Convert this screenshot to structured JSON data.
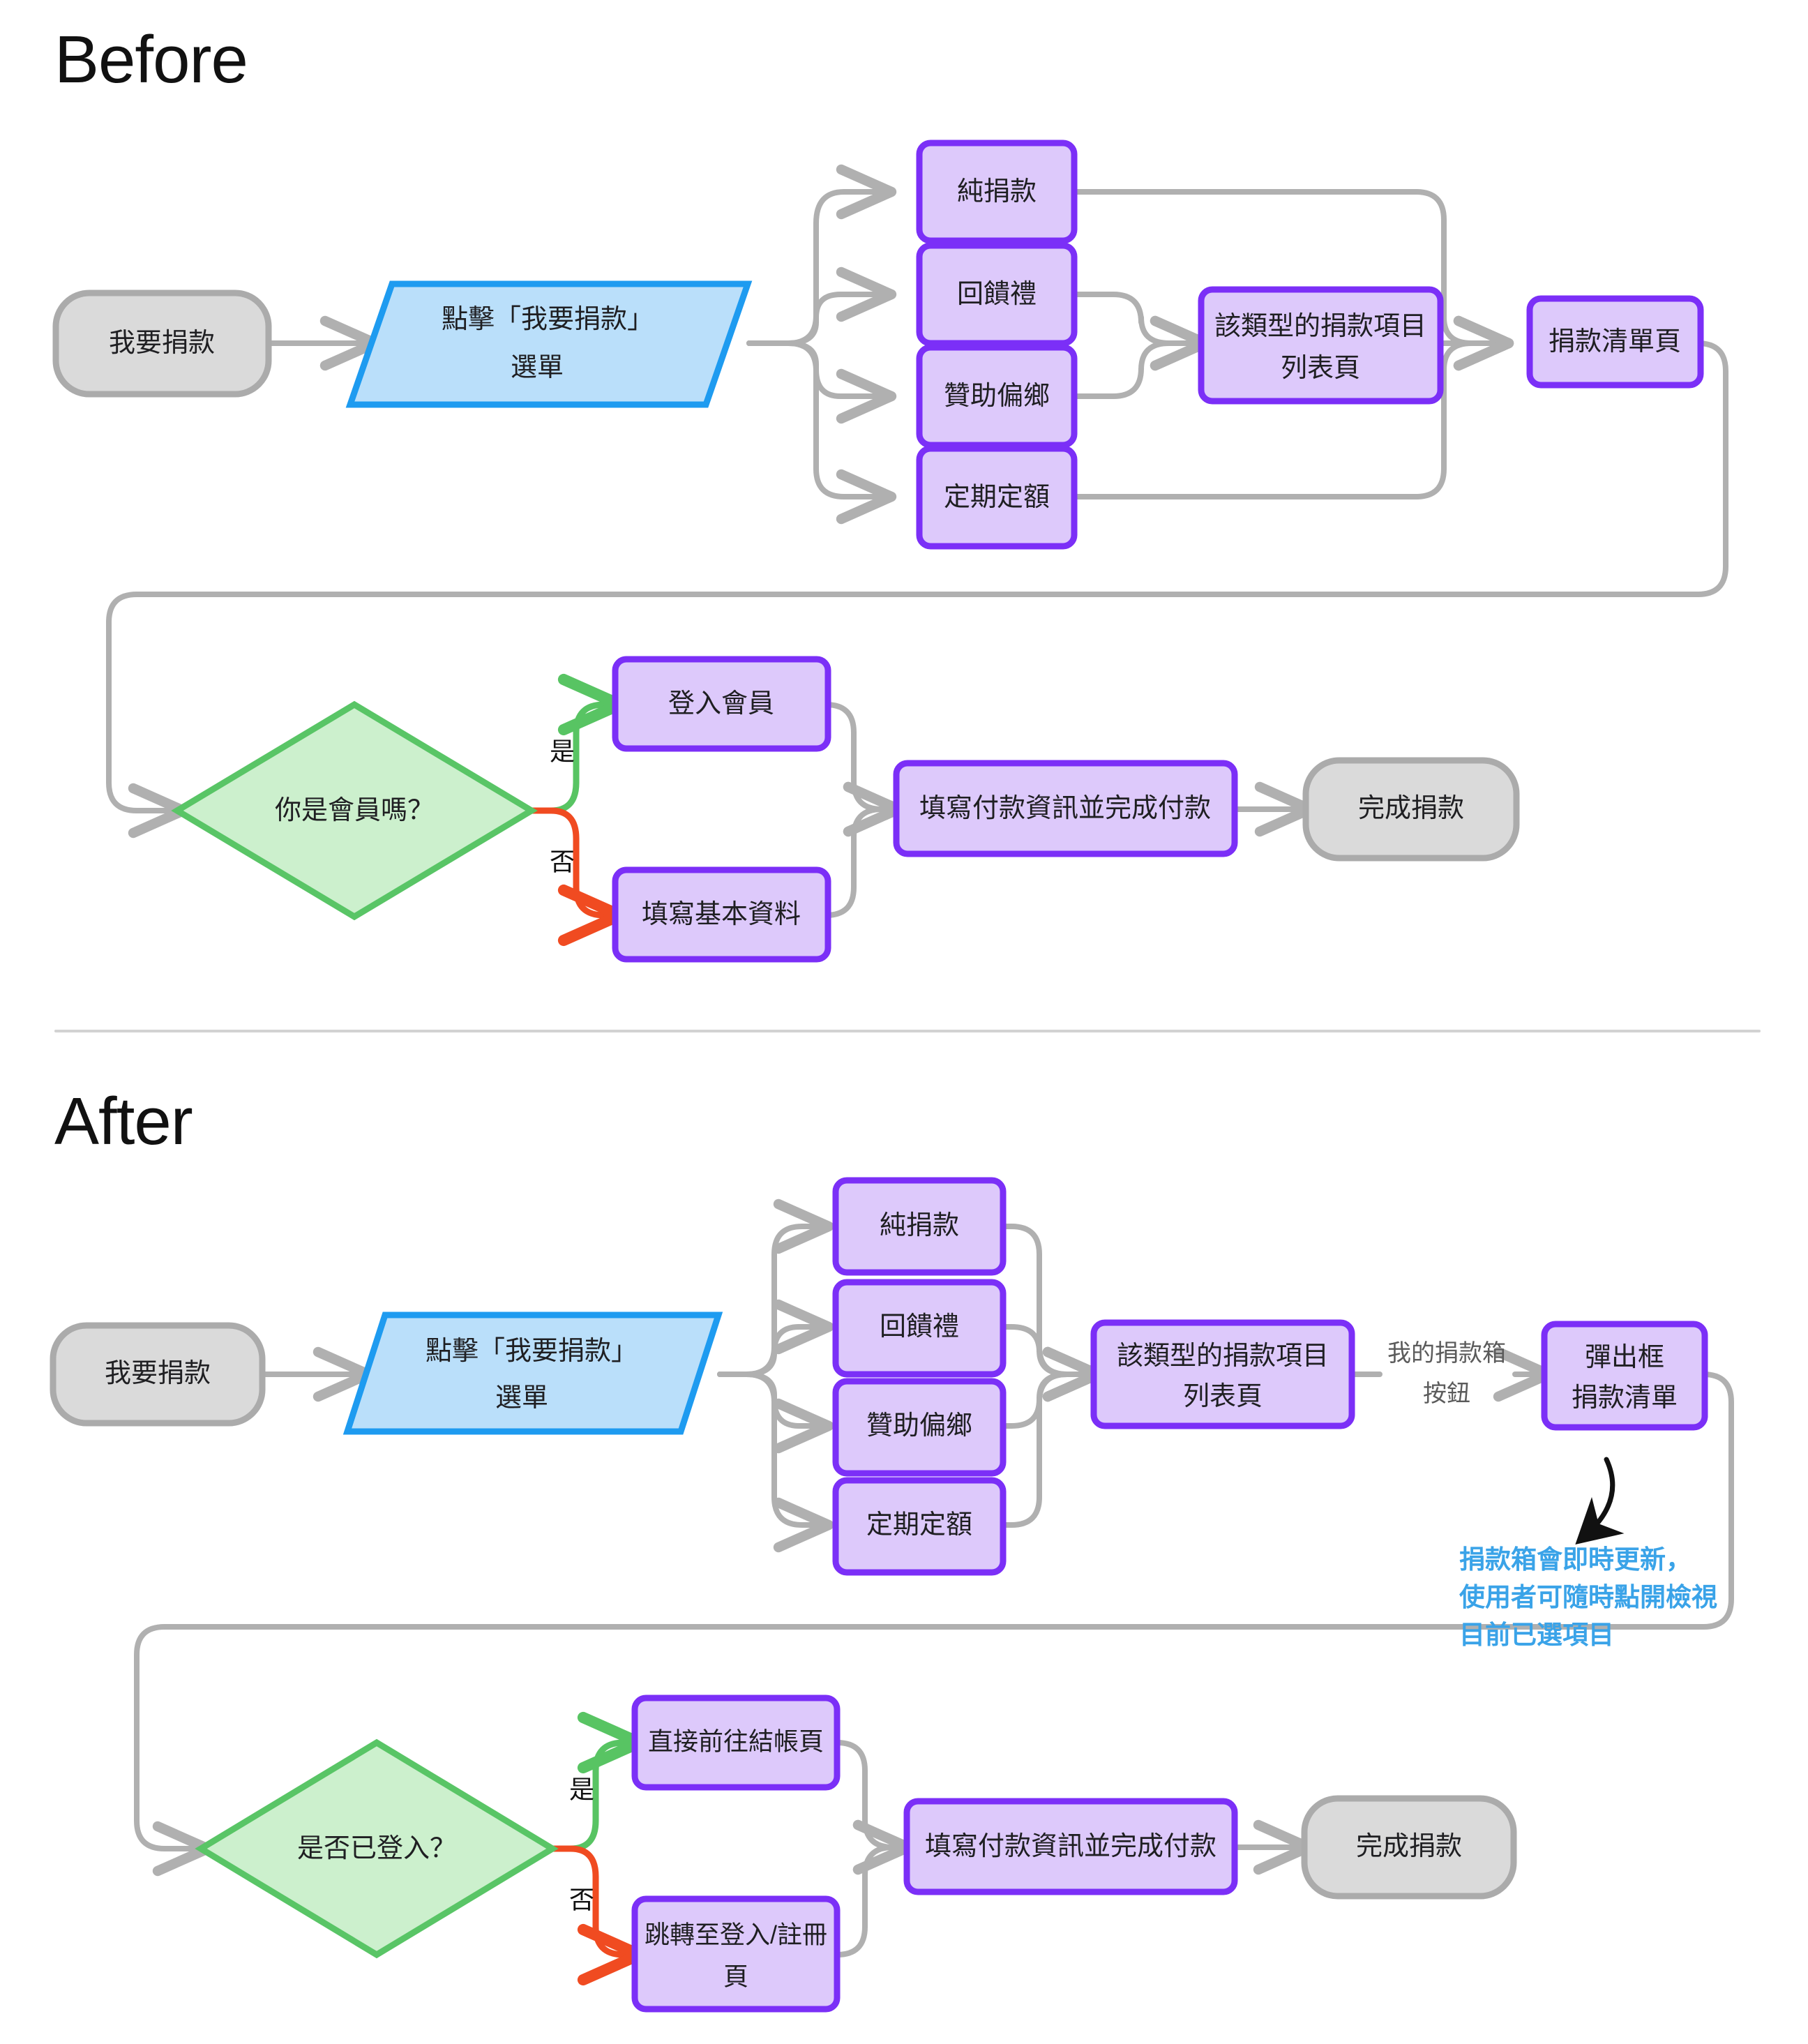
{
  "page": {
    "title_before": "Before",
    "title_after": "After",
    "colors": {
      "process_fill": "#ddc9fb",
      "process_border": "#7b2ff7",
      "terminal_fill": "#dadada",
      "terminal_border": "#ababab",
      "decision_fill": "#ccf0cd",
      "decision_border": "#59c566",
      "action_fill": "#badffa",
      "action_border": "#1e9bf0",
      "edge": "#b0b0b0",
      "yes_edge": "#58c463",
      "no_edge": "#f04b21",
      "annotation_text": "#3aa3e8"
    }
  },
  "before": {
    "nodes": {
      "start": "我要捐款",
      "click_menu": "點擊「我要捐款」選單",
      "click_menu_line1": "點擊「我要捐款」",
      "click_menu_line2": "選單",
      "type_pure": "純捐款",
      "type_gift": "回饋禮",
      "type_rural": "贊助偏鄉",
      "type_recurring": "定期定額",
      "list_page_line1": "該類型的捐款項目",
      "list_page_line2": "列表頁",
      "donation_list_page": "捐款清單頁",
      "decision": "你是會員嗎？",
      "login_member": "登入會員",
      "fill_basic_info": "填寫基本資料",
      "payment": "填寫付款資訊並完成付款",
      "done": "完成捐款"
    },
    "branch_labels": {
      "yes": "是",
      "no": "否"
    }
  },
  "after": {
    "nodes": {
      "start": "我要捐款",
      "click_menu_line1": "點擊「我要捐款」",
      "click_menu_line2": "選單",
      "type_pure": "純捐款",
      "type_gift": "回饋禮",
      "type_rural": "贊助偏鄉",
      "type_recurring": "定期定額",
      "list_page_line1": "該類型的捐款項目",
      "list_page_line2": "列表頁",
      "popup_line1": "彈出框",
      "popup_line2": "捐款清單",
      "decision": "是否已登入？",
      "direct_checkout": "直接前往結帳頁",
      "redirect_login_line1": "跳轉至登入/註冊",
      "redirect_login_line2": "頁",
      "payment": "填寫付款資訊並完成付款",
      "done": "完成捐款"
    },
    "edge_labels": {
      "donation_box_button_line1": "我的捐款箱",
      "donation_box_button_line2": "按鈕"
    },
    "branch_labels": {
      "yes": "是",
      "no": "否"
    },
    "annotation": {
      "line1": "捐款箱會即時更新，",
      "line2": "使用者可隨時點開檢視",
      "line3": "目前已選項目"
    }
  }
}
